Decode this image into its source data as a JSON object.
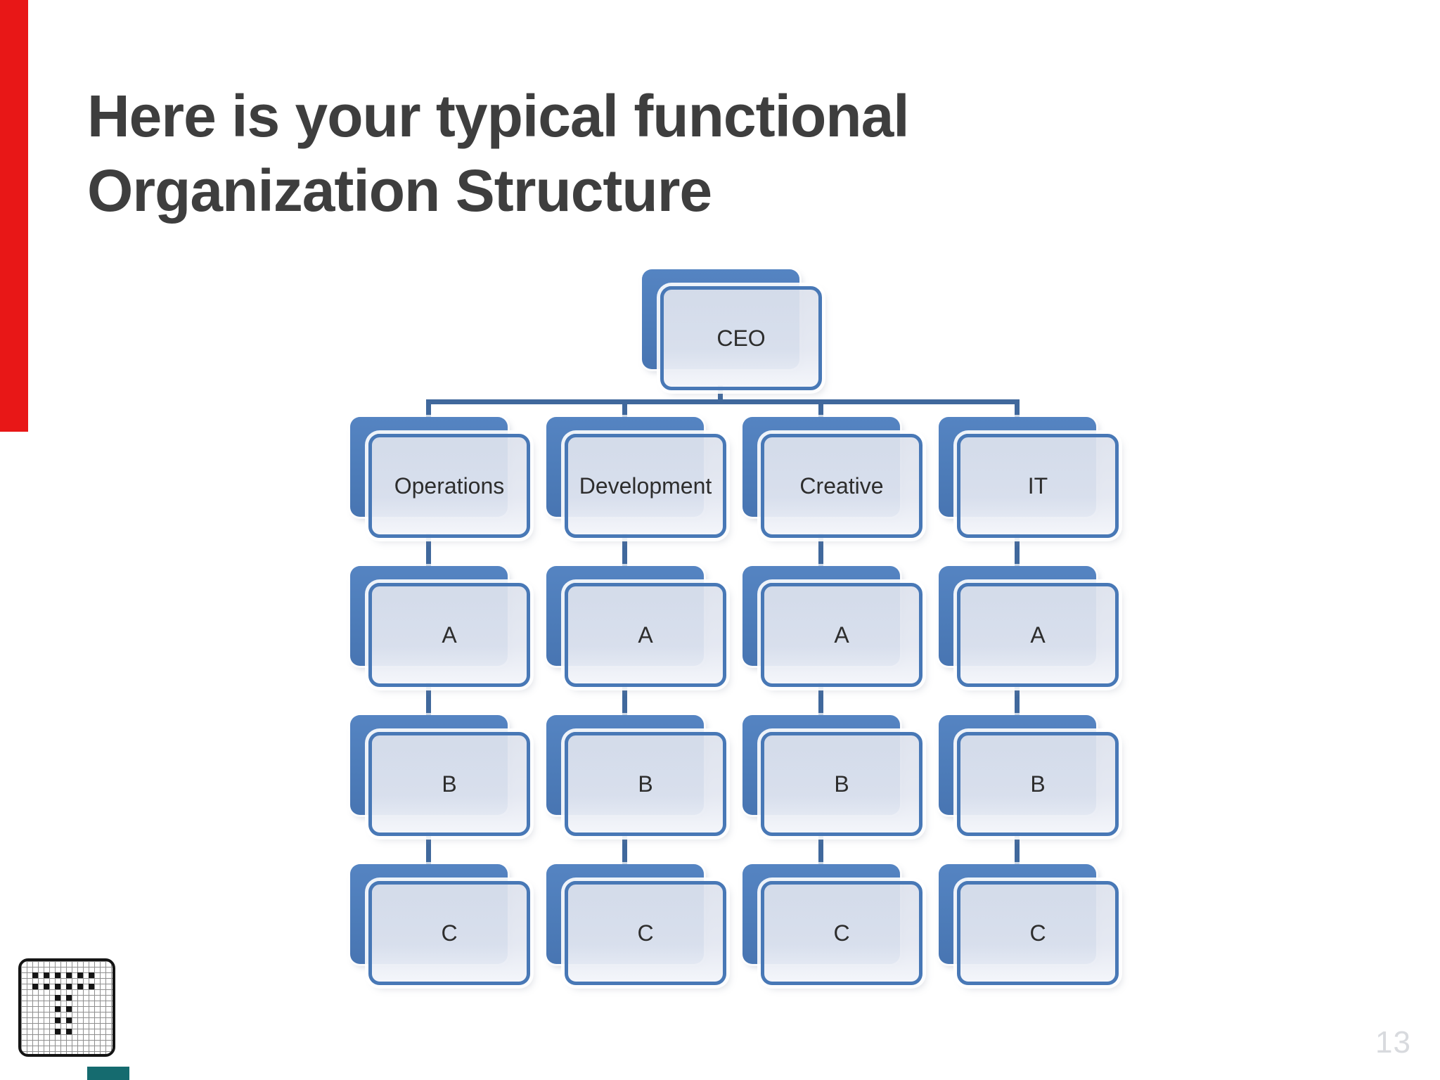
{
  "slide": {
    "title": {
      "line1": "Here is your typical functional",
      "line2": "Organization Structure"
    },
    "page_number": "13"
  },
  "decor": {
    "red_bar_color": "#e81717",
    "teal_bar_color": "#156b6f",
    "title_color": "#3e3e3e",
    "page_number_color": "#d8dade"
  },
  "org_chart": {
    "type": "org-tree",
    "root_label": "CEO",
    "columns": [
      {
        "name": "Operations",
        "levels": [
          "A",
          "B",
          "C"
        ]
      },
      {
        "name": "Development",
        "levels": [
          "A",
          "B",
          "C"
        ]
      },
      {
        "name": "Creative",
        "levels": [
          "A",
          "B",
          "C"
        ]
      },
      {
        "name": "IT",
        "levels": [
          "A",
          "B",
          "C"
        ]
      }
    ],
    "colors": {
      "accent_blue": "#4d7cb9",
      "card_border_blue": "#4878b6",
      "connector_blue": "#40689c",
      "card_fill_top": "#dde2ed",
      "card_fill_bottom": "#f3f5fa",
      "label_color": "#2d2d2d"
    }
  },
  "logo": {
    "name": "pixel-grid-T",
    "cells": [
      [
        2,
        2
      ],
      [
        2,
        4
      ],
      [
        2,
        6
      ],
      [
        2,
        8
      ],
      [
        2,
        10
      ],
      [
        2,
        12
      ],
      [
        4,
        2
      ],
      [
        4,
        4
      ],
      [
        4,
        6
      ],
      [
        4,
        8
      ],
      [
        4,
        10
      ],
      [
        4,
        12
      ],
      [
        6,
        6
      ],
      [
        6,
        8
      ],
      [
        8,
        6
      ],
      [
        8,
        8
      ],
      [
        10,
        6
      ],
      [
        10,
        8
      ],
      [
        12,
        6
      ],
      [
        12,
        8
      ]
    ]
  }
}
